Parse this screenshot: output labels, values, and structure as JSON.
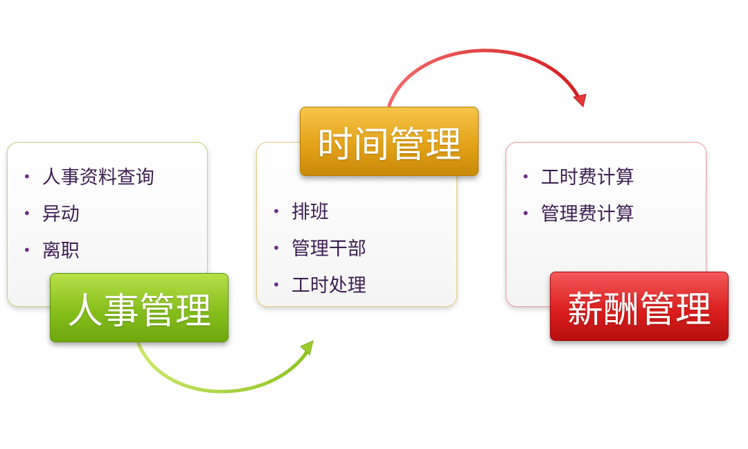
{
  "stages": [
    {
      "id": "hr",
      "title": "人事管理",
      "items": [
        "人事资料查询",
        "异动",
        "离职"
      ],
      "color": "#86bf1c"
    },
    {
      "id": "time",
      "title": "时间管理",
      "items": [
        "排班",
        "管理干部",
        "工时处理"
      ],
      "color": "#e4a318"
    },
    {
      "id": "pay",
      "title": "薪酬管理",
      "items": [
        "工时费计算",
        "管理费计算"
      ],
      "color": "#dc1f1f"
    }
  ],
  "arrows": [
    {
      "from": "hr",
      "to": "time",
      "color": "#9ccc2a",
      "icon": "curved-arrow-icon"
    },
    {
      "from": "time",
      "to": "pay",
      "color": "#e53935",
      "icon": "curved-arrow-icon"
    }
  ]
}
